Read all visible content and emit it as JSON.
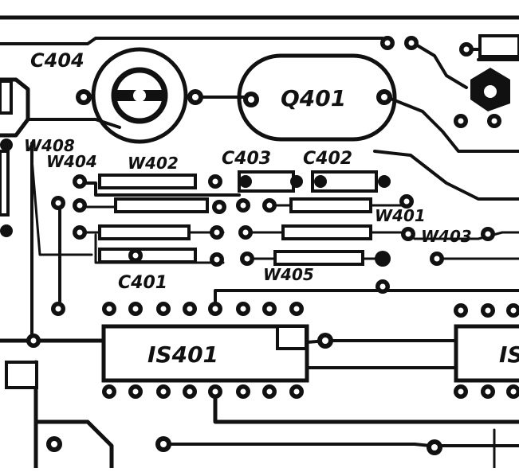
{
  "labels": {
    "c404": "C404",
    "q401": "Q401",
    "w408": "W408",
    "w404": "W404",
    "w402": "W402",
    "c403": "C403",
    "c402": "C402",
    "w401": "W401",
    "w403": "W403",
    "c401": "C401",
    "w405": "W405",
    "is401": "IS401",
    "is_partial": "IS"
  },
  "colors": {
    "ink": "#111111",
    "paper": "#ffffff"
  }
}
